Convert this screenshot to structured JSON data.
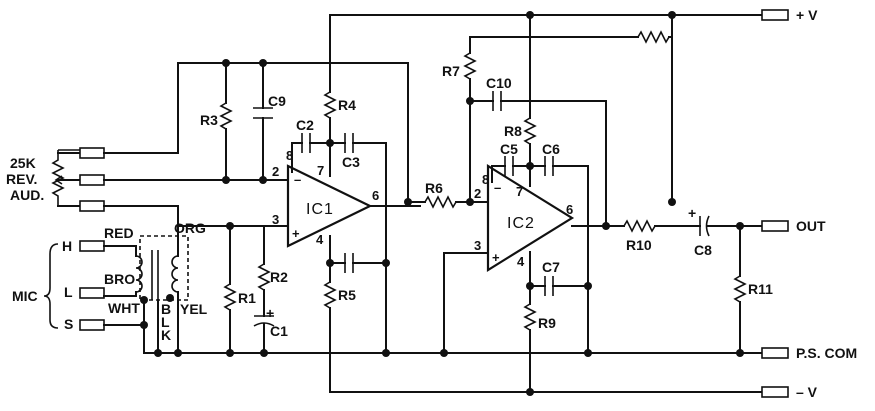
{
  "supply": {
    "positive": "+ V",
    "negative": "– V",
    "common": "P.S. COM"
  },
  "output": {
    "label": "OUT"
  },
  "ics": {
    "ic1": "IC1",
    "ic2": "IC2"
  },
  "pins": {
    "ic1": {
      "inv": "2",
      "noninv": "3",
      "out": "6",
      "top": "7",
      "comp": "8",
      "bot": "4",
      "minus": "–",
      "plus": "+"
    },
    "ic2": {
      "inv": "2",
      "noninv": "3",
      "out": "6",
      "top": "7",
      "comp": "8",
      "bot": "4",
      "minus": "–",
      "plus": "+"
    }
  },
  "pot": {
    "value": "25K",
    "name1": "REV.",
    "name2": "AUD."
  },
  "mic": {
    "label": "MIC",
    "terminals": {
      "h": "H",
      "l": "L",
      "s": "S"
    },
    "wires": {
      "red": "RED",
      "bro": "BRO",
      "wht": "WHT",
      "org": "ORG",
      "yel": "YEL",
      "b": "B",
      "l": "L",
      "k": "K"
    }
  },
  "resistors": {
    "r1": "R1",
    "r2": "R2",
    "r3": "R3",
    "r4": "R4",
    "r5": "R5",
    "r6": "R6",
    "r7": "R7",
    "r8": "R8",
    "r9": "R9",
    "r10": "R10",
    "r11": "R11"
  },
  "capacitors": {
    "c1": "C1",
    "c2": "C2",
    "c3": "C3",
    "c5": "C5",
    "c6": "C6",
    "c7": "C7",
    "c8": "C8",
    "c9": "C9",
    "c10": "C10"
  },
  "polarity": {
    "c1": "+",
    "c8": "+"
  }
}
